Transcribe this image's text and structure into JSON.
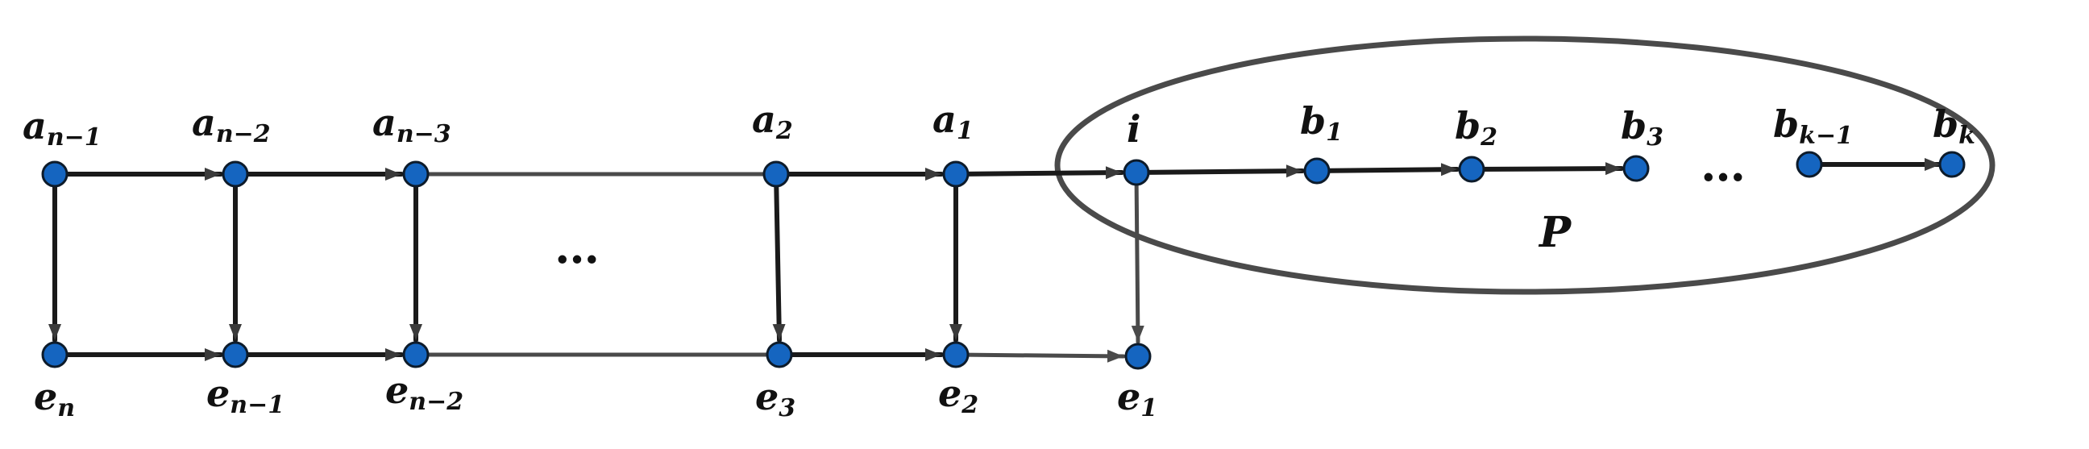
{
  "labels": {
    "a_n1": {
      "base": "a",
      "sub": "n−1"
    },
    "a_n2": {
      "base": "a",
      "sub": "n−2"
    },
    "a_n3": {
      "base": "a",
      "sub": "n−3"
    },
    "a_2": {
      "base": "a",
      "sub": "2"
    },
    "a_1": {
      "base": "a",
      "sub": "1"
    },
    "i": {
      "base": "i",
      "sub": ""
    },
    "b_1": {
      "base": "b",
      "sub": "1"
    },
    "b_2": {
      "base": "b",
      "sub": "2"
    },
    "b_3": {
      "base": "b",
      "sub": "3"
    },
    "b_k1": {
      "base": "b",
      "sub": "k−1"
    },
    "b_k": {
      "base": "b",
      "sub": "k"
    },
    "e_n": {
      "base": "e",
      "sub": "n"
    },
    "e_n1": {
      "base": "e",
      "sub": "n−1"
    },
    "e_n2": {
      "base": "e",
      "sub": "n−2"
    },
    "e_3": {
      "base": "e",
      "sub": "3"
    },
    "e_2": {
      "base": "e",
      "sub": "2"
    },
    "e_1": {
      "base": "e",
      "sub": "1"
    }
  },
  "ellipsis_middle": "…",
  "ellipsis_path": "…",
  "path_label": "P",
  "colors": {
    "node_fill": "#1565c0",
    "node_stroke": "#0d1b2a",
    "edge_dark": "#1a1a1a",
    "edge_gray": "#4a4a4a",
    "ellipse": "#4a4a4a"
  }
}
